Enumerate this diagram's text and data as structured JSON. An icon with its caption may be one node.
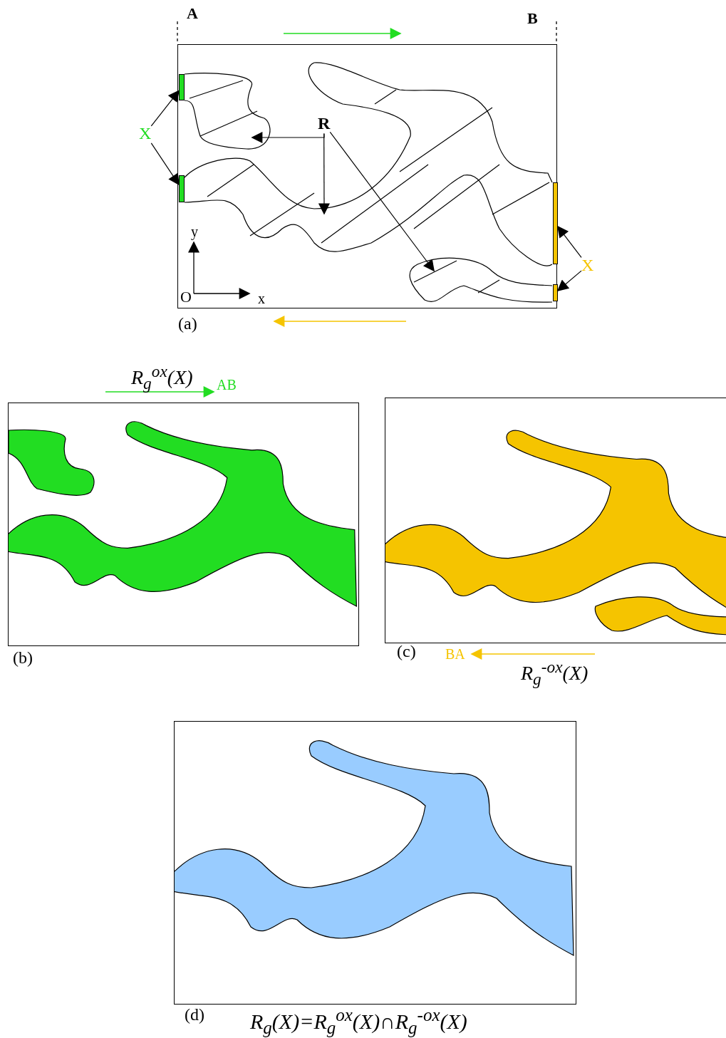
{
  "diagram": {
    "nodes": [
      {
        "text": [
          "(a)"
        ]
      },
      {
        "text": [
          "X"
        ]
      },
      {
        "text": [],
        "shape": "bar",
        "in": 0
      },
      {
        "text": [],
        "shape": "bar",
        "in": 0
      },
      {
        "text": [
          "R"
        ],
        "in": 0
      },
      {
        "text": [],
        "shape": "bar",
        "in": 0
      },
      {
        "text": [],
        "shape": "bar",
        "in": 0
      },
      {
        "text": [
          "X"
        ]
      },
      {
        "text": [
          "(b)"
        ],
        "beside": [
          "R$_{g}$$^{ox}$(X)"
        ]
      },
      {
        "text": [
          "(c)"
        ],
        "beside": [
          "R$_{g}$$^{-ox}$(X)"
        ]
      },
      {
        "text": [
          "(d)"
        ],
        "beside": [
          "R$_{g}$(X)=R$_{g}$$^{ox}$(X)∩R$_{g}$$^{-ox}$(X)"
        ]
      }
    ],
    "edges": [
      {
        "from": 1,
        "to": 2,
        "arrow": "to"
      },
      {
        "from": 1,
        "to": 3,
        "arrow": "to"
      },
      {
        "from": 4,
        "to": null,
        "arrow": "to"
      },
      {
        "from": 4,
        "to": null,
        "arrow": "to"
      },
      {
        "from": 4,
        "to": null,
        "arrow": "to"
      },
      {
        "from": 7,
        "to": 5,
        "arrow": "to"
      },
      {
        "from": 7,
        "to": 6,
        "arrow": "to"
      }
    ],
    "labels": [
      "A",
      "B",
      "y",
      "O",
      "x",
      "AB",
      "BA"
    ]
  }
}
